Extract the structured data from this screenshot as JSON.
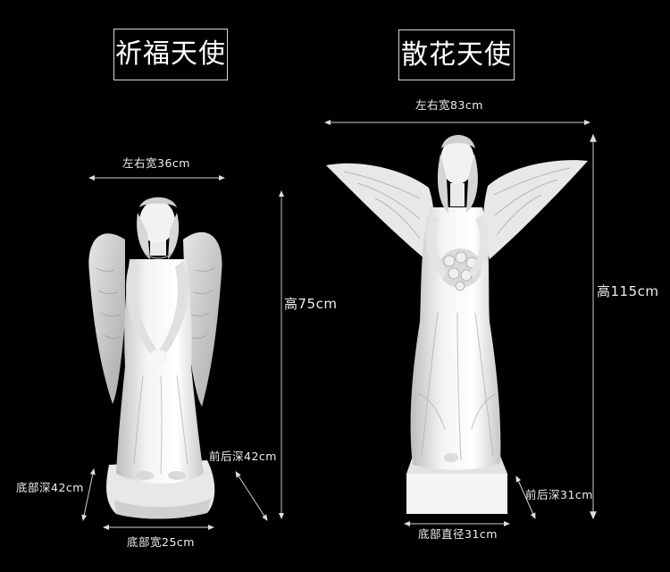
{
  "products": [
    {
      "name": "祈福天使",
      "dimensions": {
        "width": "左右宽36cm",
        "height": "高75cm",
        "front_back_depth": "前后深42cm",
        "base_depth": "底部深42cm",
        "base_width": "底部宽25cm"
      }
    },
    {
      "name": "散花天使",
      "dimensions": {
        "width": "左右宽83cm",
        "height": "高115cm",
        "front_back_depth": "前后深31cm",
        "base_diameter": "底部直径31cm"
      }
    }
  ],
  "colors": {
    "background": "#000000",
    "statue": "#f0f0f0",
    "text": "#eeeeee",
    "line": "#cfcfcf"
  }
}
